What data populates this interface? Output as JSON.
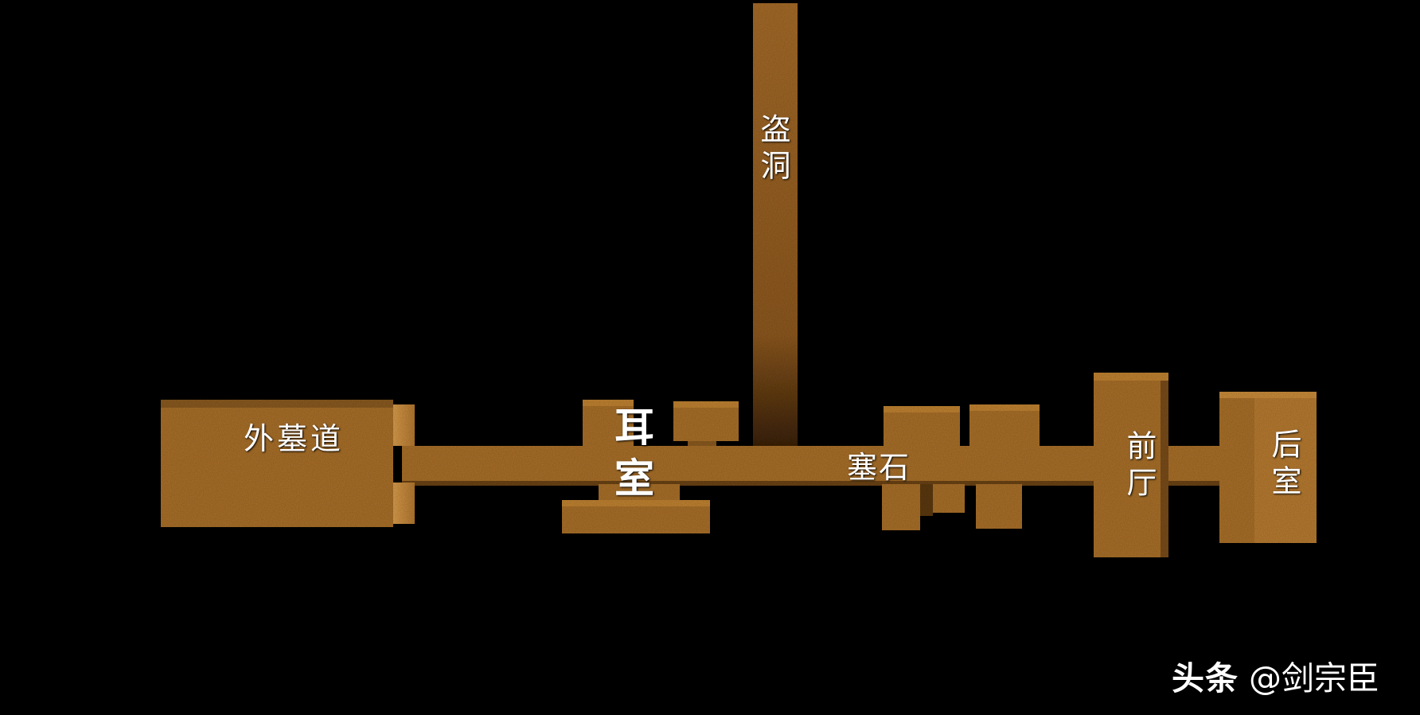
{
  "labels": {
    "outer_passage": "外墓道",
    "ear_chamber": "耳室",
    "robbers_tunnel": "盗洞",
    "blocking_stones": "塞石",
    "front_hall": "前厅",
    "rear_chamber": "后室"
  },
  "watermark": {
    "brand": "头条",
    "handle": "@剑宗臣"
  },
  "colors": {
    "background": "#000000",
    "structure": "#a9722b",
    "structure_highlight": "#c98e3d",
    "structure_shadow": "#5c3a12",
    "text": "#ffffff"
  }
}
